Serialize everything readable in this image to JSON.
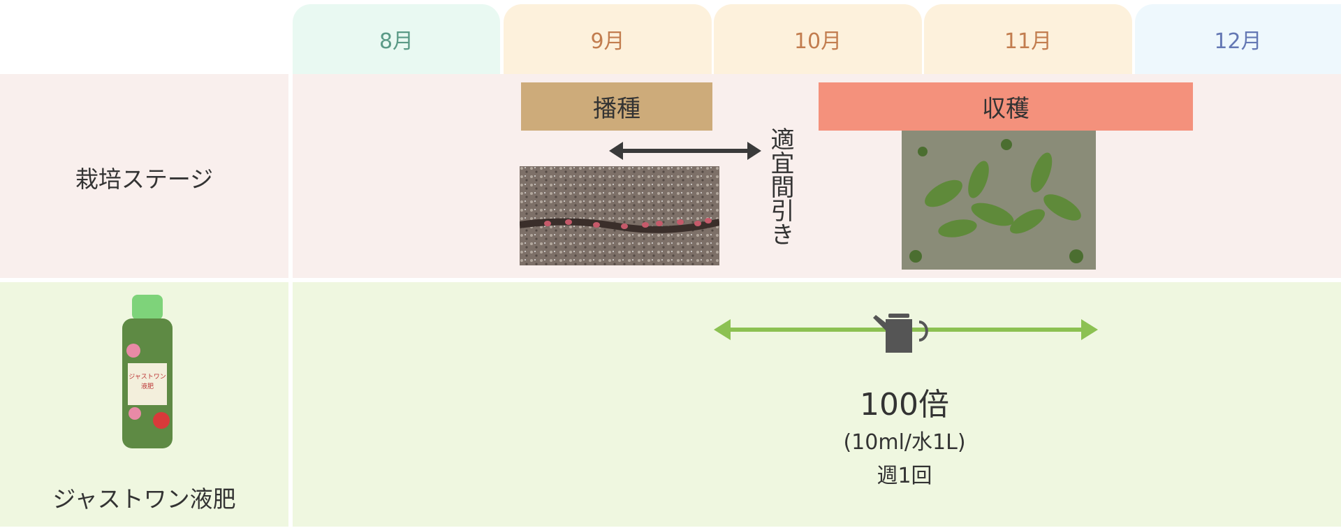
{
  "months": [
    {
      "label": "8月",
      "bg": "#e9f9f2",
      "color": "#5a9a86"
    },
    {
      "label": "9月",
      "bg": "#fdf1dc",
      "color": "#c27d4f"
    },
    {
      "label": "10月",
      "bg": "#fdf1dc",
      "color": "#c27d4f"
    },
    {
      "label": "11月",
      "bg": "#fdf1dc",
      "color": "#c27d4f"
    },
    {
      "label": "12月",
      "bg": "#eef8fd",
      "color": "#6478b4"
    }
  ],
  "stage_row": {
    "label": "栽培ステージ",
    "sowing": "播種",
    "harvest": "収穫",
    "thinning": "適宜間引き",
    "colors": {
      "bg": "#f9efed",
      "sowing": "#cdab7a",
      "harvest": "#f4917c"
    }
  },
  "fertilizer_row": {
    "label": "ジャストワン液肥",
    "dilution": "100倍",
    "amount": "(10ml/水1L)",
    "frequency": "週1回",
    "colors": {
      "bg": "#eff7e0",
      "arrow": "#8cc152"
    },
    "bottle_text": "ジャストワン液肥"
  }
}
